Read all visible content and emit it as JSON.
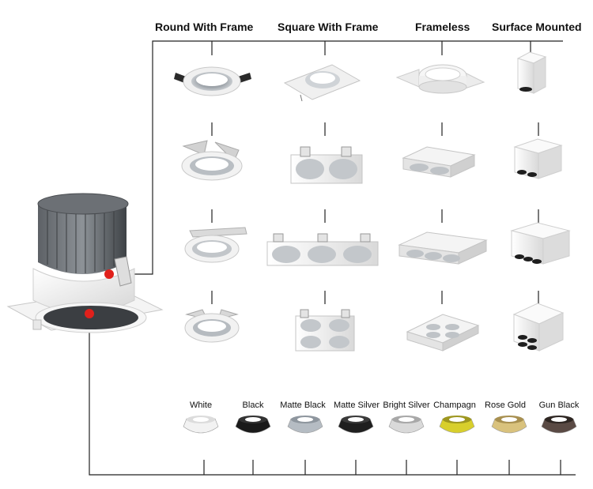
{
  "headers": {
    "round": "Round With Frame",
    "square": "Square With Frame",
    "frameless": "Frameless",
    "surface": "Surface Mounted"
  },
  "finishes": [
    {
      "label": "White",
      "color": "#f2f2f2",
      "inner": "#dcdcdc"
    },
    {
      "label": "Black",
      "color": "#1a1a1a",
      "inner": "#333333"
    },
    {
      "label": "Matte Black",
      "color": "#b5bcc3",
      "inner": "#8e969e"
    },
    {
      "label": "Matte Silver",
      "color": "#1f1f1f",
      "inner": "#3a3a3a"
    },
    {
      "label": "Bright Silver",
      "color": "#d9d9d9",
      "inner": "#a8a8a8"
    },
    {
      "label": "Champagn",
      "color": "#d8cf2c",
      "inner": "#9e9720"
    },
    {
      "label": "Rose Gold",
      "color": "#d9c27d",
      "inner": "#a89050"
    },
    {
      "label": "Gun Black",
      "color": "#5a4a44",
      "inner": "#2e2622"
    }
  ]
}
